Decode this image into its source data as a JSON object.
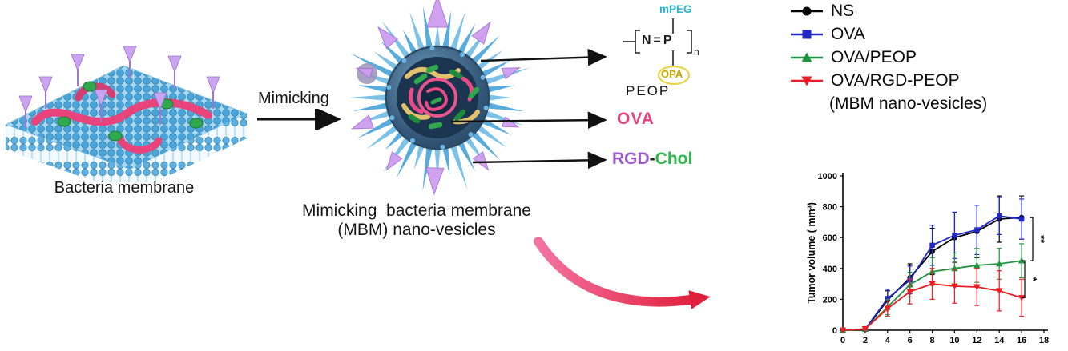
{
  "colors": {
    "membrane_blue": "#4aa6da",
    "ribbon_pink": "#e8437a",
    "protein_green": "#2fa84e",
    "glyco_purple": "#cba4f0",
    "mpeg_cyan": "#2ab6d9",
    "opa_yellow": "#c8a600",
    "ova_pink": "#e8417e",
    "rgd_purple": "#9b59d0",
    "chol_green": "#2db84b",
    "flow_arrow_pink": "#e01f3d"
  },
  "membrane": {
    "caption": "Bacteria membrane"
  },
  "process": {
    "label": "Mimicking"
  },
  "vesicle": {
    "caption_line1": "Mimicking  bacteria membrane",
    "caption_line2": "(MBM) nano-vesicles"
  },
  "chemistry": {
    "mpeg": "mPEG",
    "formula": "N=P",
    "repeat_subscript": "n",
    "opa": "OPA",
    "peop": "PEOP",
    "ova": "OVA",
    "rgd": "RGD",
    "dash": "-",
    "chol": "Chol"
  },
  "legend": {
    "subtitle": "(MBM nano-vesicles)"
  },
  "chart_data": {
    "type": "line",
    "title": "",
    "xlabel": "",
    "ylabel": "Tumor volume ( mm³)",
    "x": [
      0,
      2,
      4,
      6,
      8,
      10,
      12,
      14,
      16
    ],
    "xlim": [
      0,
      18
    ],
    "ylim": [
      0,
      1000
    ],
    "xticks": [
      0,
      2,
      4,
      6,
      8,
      10,
      12,
      14,
      16,
      18
    ],
    "yticks": [
      0,
      200,
      400,
      600,
      800,
      1000
    ],
    "grid": false,
    "legend_position": "top-right-outside",
    "series": [
      {
        "name": "NS",
        "color": "#000000",
        "marker": "circle",
        "values": [
          0,
          5,
          195,
          340,
          510,
          600,
          640,
          720,
          730
        ],
        "errors": [
          0,
          5,
          60,
          90,
          150,
          160,
          170,
          150,
          140
        ]
      },
      {
        "name": "OVA",
        "color": "#2026c8",
        "marker": "square",
        "values": [
          0,
          8,
          205,
          325,
          550,
          615,
          650,
          740,
          720
        ],
        "errors": [
          0,
          5,
          60,
          90,
          130,
          150,
          160,
          120,
          130
        ]
      },
      {
        "name": "OVA/PEOP",
        "color": "#1e9440",
        "marker": "triangle-up",
        "values": [
          0,
          8,
          150,
          295,
          380,
          400,
          420,
          430,
          450
        ],
        "errors": [
          0,
          5,
          50,
          80,
          90,
          100,
          110,
          100,
          110
        ]
      },
      {
        "name": "OVA/RGD-PEOP",
        "color": "#ed1c24",
        "marker": "triangle-down",
        "values": [
          0,
          8,
          140,
          250,
          300,
          285,
          280,
          255,
          210
        ],
        "errors": [
          0,
          5,
          50,
          80,
          100,
          110,
          120,
          130,
          120
        ]
      }
    ],
    "significance": [
      {
        "label": "**",
        "y_from": 730,
        "y_to": 450
      },
      {
        "label": "*",
        "y_from": 450,
        "y_to": 210
      }
    ]
  }
}
